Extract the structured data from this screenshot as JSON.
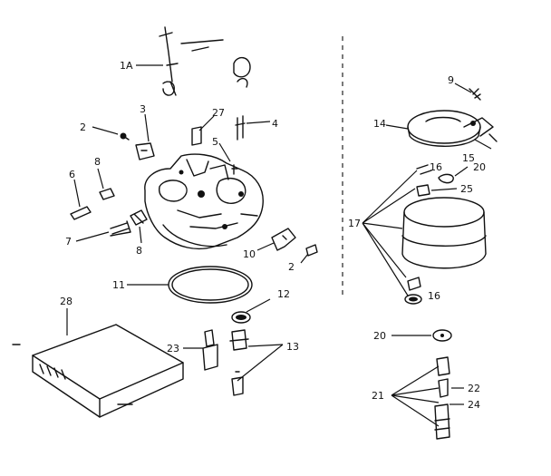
{
  "diagram": {
    "labels": [
      {
        "id": "1a",
        "text": "1A"
      },
      {
        "id": "2a",
        "text": "2"
      },
      {
        "id": "3",
        "text": "3"
      },
      {
        "id": "27",
        "text": "27"
      },
      {
        "id": "4",
        "text": "4"
      },
      {
        "id": "5",
        "text": "5"
      },
      {
        "id": "6",
        "text": "6"
      },
      {
        "id": "8a",
        "text": "8"
      },
      {
        "id": "7",
        "text": "7"
      },
      {
        "id": "8b",
        "text": "8"
      },
      {
        "id": "10",
        "text": "10"
      },
      {
        "id": "2b",
        "text": "2"
      },
      {
        "id": "11",
        "text": "11"
      },
      {
        "id": "12",
        "text": "12"
      },
      {
        "id": "28",
        "text": "28"
      },
      {
        "id": "23",
        "text": "23"
      },
      {
        "id": "13",
        "text": "13"
      },
      {
        "id": "9",
        "text": "9"
      },
      {
        "id": "14",
        "text": "14"
      },
      {
        "id": "15",
        "text": "15"
      },
      {
        "id": "16a",
        "text": "16"
      },
      {
        "id": "20a",
        "text": "20"
      },
      {
        "id": "25",
        "text": "25"
      },
      {
        "id": "17",
        "text": "17"
      },
      {
        "id": "16b",
        "text": "16"
      },
      {
        "id": "20b",
        "text": "20"
      },
      {
        "id": "21",
        "text": "21"
      },
      {
        "id": "22",
        "text": "22"
      },
      {
        "id": "24",
        "text": "24"
      }
    ]
  }
}
